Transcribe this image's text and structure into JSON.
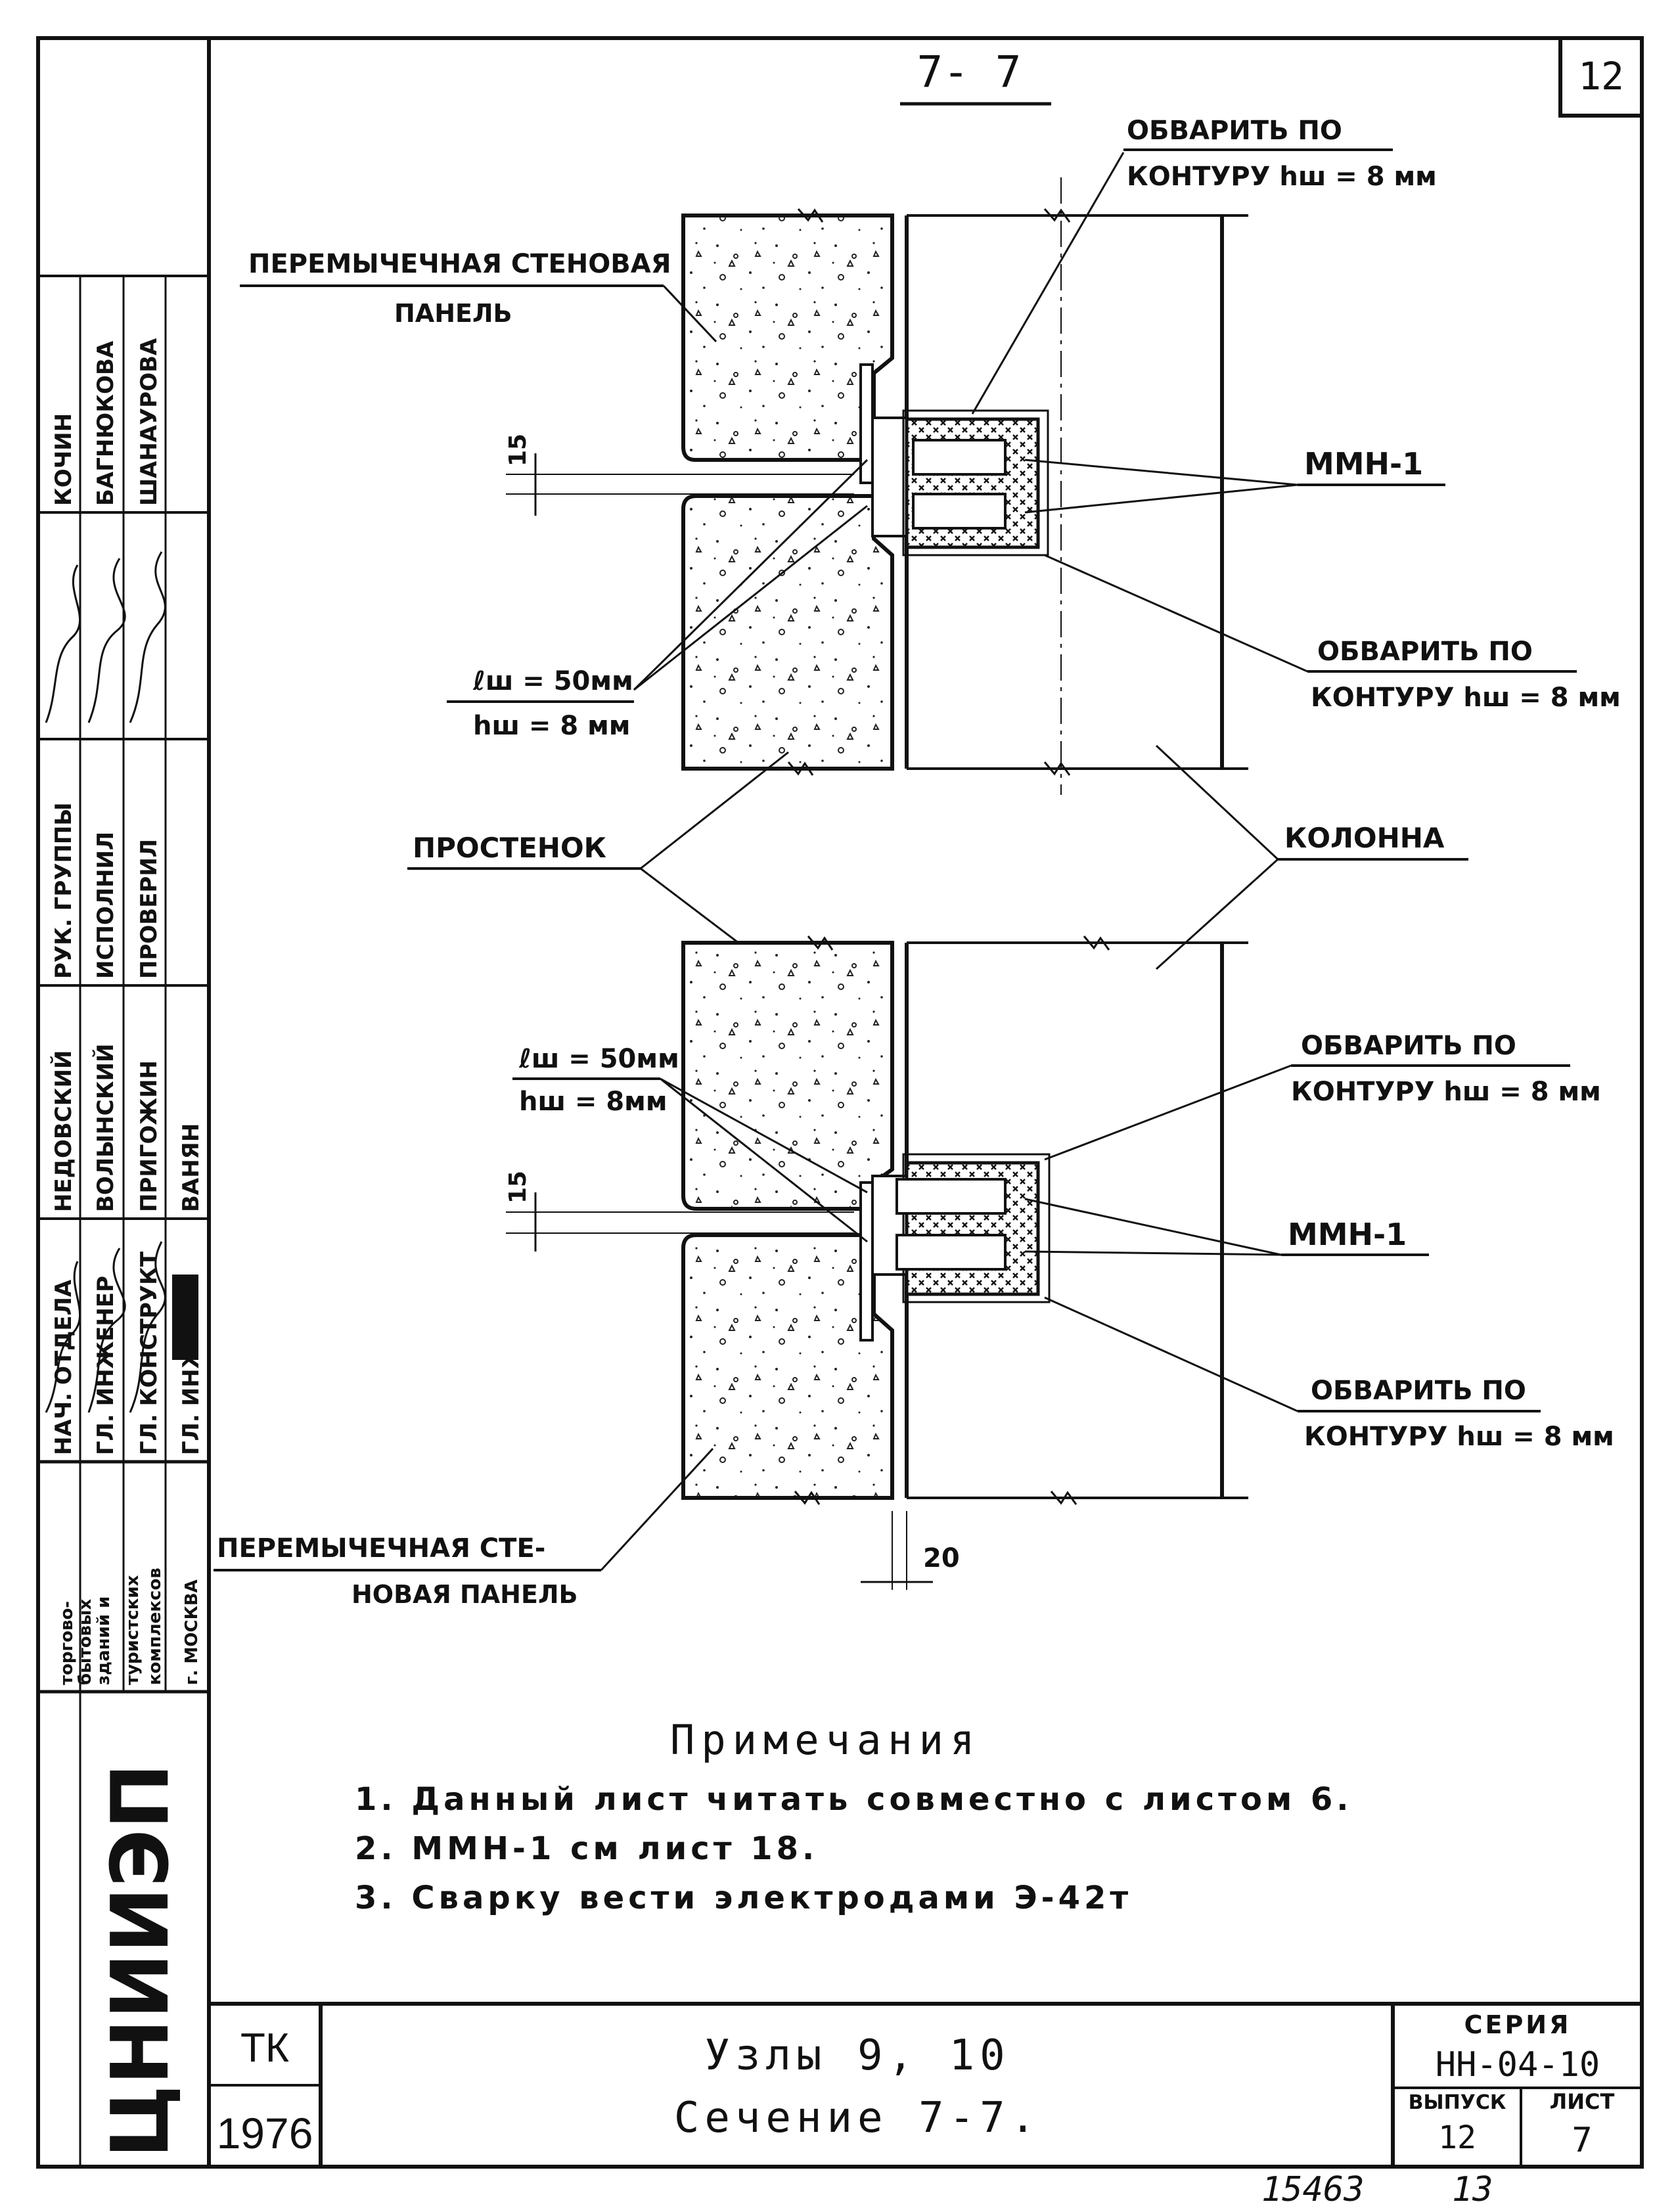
{
  "sheet_corner_number": "12",
  "section_title": "7- 7",
  "upper_node": {
    "top_wrap_note": [
      "ОБВАРИТЬ ПО",
      "КОНТУРУ hш = 8 мм"
    ],
    "panel_label": [
      "ПЕРЕМЫЧЕЧНАЯ СТЕНОВАЯ",
      "ПАНЕЛЬ"
    ],
    "gap_dim": "15",
    "mmn_label": "ММН-1",
    "bottom_wrap_note": [
      "ОБВАРИТЬ ПО",
      "КОНТУРУ hш = 8 мм"
    ],
    "weld_length": "ℓш = 50мм",
    "weld_height": "hш = 8 мм"
  },
  "middle_labels": {
    "pier": "ПРОСТЕНОК",
    "column": "КОЛОННА"
  },
  "lower_node": {
    "weld_length": "ℓш = 50мм",
    "weld_height": "hш = 8мм",
    "top_wrap_note": [
      "ОБВАРИТЬ ПО",
      "КОНТУРУ hш = 8 мм"
    ],
    "gap_dim": "15",
    "mmn_label": "ММН-1",
    "bottom_wrap_note": [
      "ОБВАРИТЬ ПО",
      "КОНТУРУ hш = 8 мм"
    ],
    "panel_label": [
      "ПЕРЕМЫЧЕЧНАЯ СТЕ-",
      "НОВАЯ ПАНЕЛЬ"
    ],
    "offset_dim": "20"
  },
  "notes": {
    "heading": "Примечания",
    "items": [
      "1. Данный лист читать совместно с листом 6.",
      "2. ММН-1 см лист 18.",
      "3. Сварку вести электродами Э-42т"
    ]
  },
  "title_block": {
    "code": "ТК",
    "year": "1976",
    "title_line1": "Узлы 9, 10",
    "title_line2": "Сечение 7-7.",
    "series_label": "СЕРИЯ",
    "series_value": "НН-04-10",
    "issue_label": "ВЫПУСК",
    "issue_value": "12",
    "sheet_label": "ЛИСТ",
    "sheet_value": "7"
  },
  "side_stamp": {
    "org_logo": "ЦНИИЭП",
    "org_lines": [
      "торгово-",
      "бытовых",
      "зданий и",
      "туристских",
      "комплексов",
      "г. МОСКВА"
    ],
    "roles": [
      "НАЧ. ОТДЕЛА",
      "ГЛ. ИНЖЕНЕР",
      "ГЛ. КОНСТРУКТ",
      "ГЛ. ИНЖ. ПР.",
      "РУК. ГРУППЫ",
      "ИСПОЛНИЛ",
      "ПРОВЕРИЛ"
    ],
    "names_lower": [
      "НЕДОВСКИЙ",
      "ВОЛЫНСКИЙ",
      "ПРИГОЖИН",
      "ВАНЯН"
    ],
    "names_upper": [
      "КОЧИН",
      "БАГНЮКОВА",
      "ШАНАУРОВА"
    ]
  },
  "footer_numbers": [
    "15463",
    "13"
  ]
}
